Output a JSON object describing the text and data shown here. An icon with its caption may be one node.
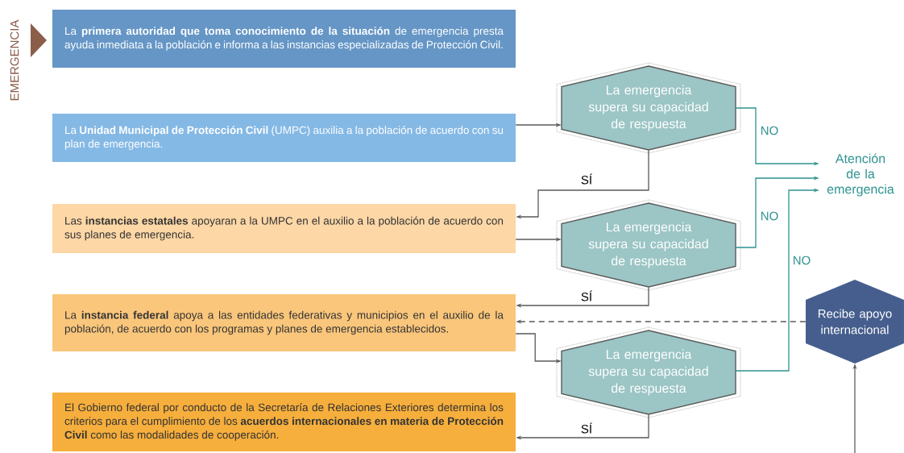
{
  "diagram": {
    "nodes": [
      {
        "text": [
          "La **primera autoridad que toma conocimiento de la situación** de emergencia presta ayuda inmediata a la población e informa a las instancias especializadas de Protección Civil."
        ]
      },
      {
        "text": [
          "La **Unidad Municipal de Protección Civil** (UMPC) auxilia a la población de acuerdo con su plan de emergencia."
        ]
      },
      {
        "text": [
          "Las **instancias estatales** apoyaran a la UMPC en el auxilio a la población de acuerdo con sus planes de emergencia."
        ]
      },
      {
        "text": [
          "La **instancia federal** apoya a las entidades federativas y municipios en el auxilio de la población, de acuerdo con los programas y planes de emergencia establecidos."
        ]
      },
      {
        "text": [
          "El Gobierno federal por conducto de la Secretaría de Relaciones Exteriores determina los criterios para el cumplimiento de los **acuerdos internacionales en materia de Protección Civil** como las modalidades de cooperación."
        ]
      },
      {
        "text": [
          "La emergencia supera su capacidad de respuesta"
        ]
      },
      {
        "text": [
          "La emergencia supera su capacidad de respuesta"
        ]
      },
      {
        "text": [
          "La emergencia supera su capacidad de respuesta"
        ]
      },
      {
        "text": [
          "Atención de la emergencia"
        ]
      },
      {
        "text": [
          "Recibe apoyo internacional"
        ]
      }
    ],
    "edges": [
      {
        "from": 1,
        "to": 5,
        "arrow": "to"
      },
      {
        "from": 5,
        "to": 2,
        "arrow": "to",
        "label": "SÍ"
      },
      {
        "from": 2,
        "to": 6,
        "arrow": "to"
      },
      {
        "from": 6,
        "to": 3,
        "arrow": "to",
        "label": "SÍ"
      },
      {
        "from": 3,
        "to": 7,
        "arrow": "to"
      },
      {
        "from": 7,
        "to": 4,
        "arrow": "to",
        "label": "SÍ"
      },
      {
        "from": 5,
        "to": 8,
        "arrow": "to",
        "label": "NO",
        "color": "#2e9390"
      },
      {
        "from": 6,
        "to": 8,
        "arrow": "to",
        "label": "NO",
        "color": "#2e9390"
      },
      {
        "from": 7,
        "to": 8,
        "arrow": "to",
        "label": "NO",
        "color": "#2e9390"
      },
      {
        "from": 9,
        "to": 3,
        "arrow": "to",
        "style": "dashed"
      },
      {
        "from": null,
        "to": 9,
        "arrow": "to"
      }
    ],
    "labels": [
      "EMERGENCIA"
    ]
  }
}
